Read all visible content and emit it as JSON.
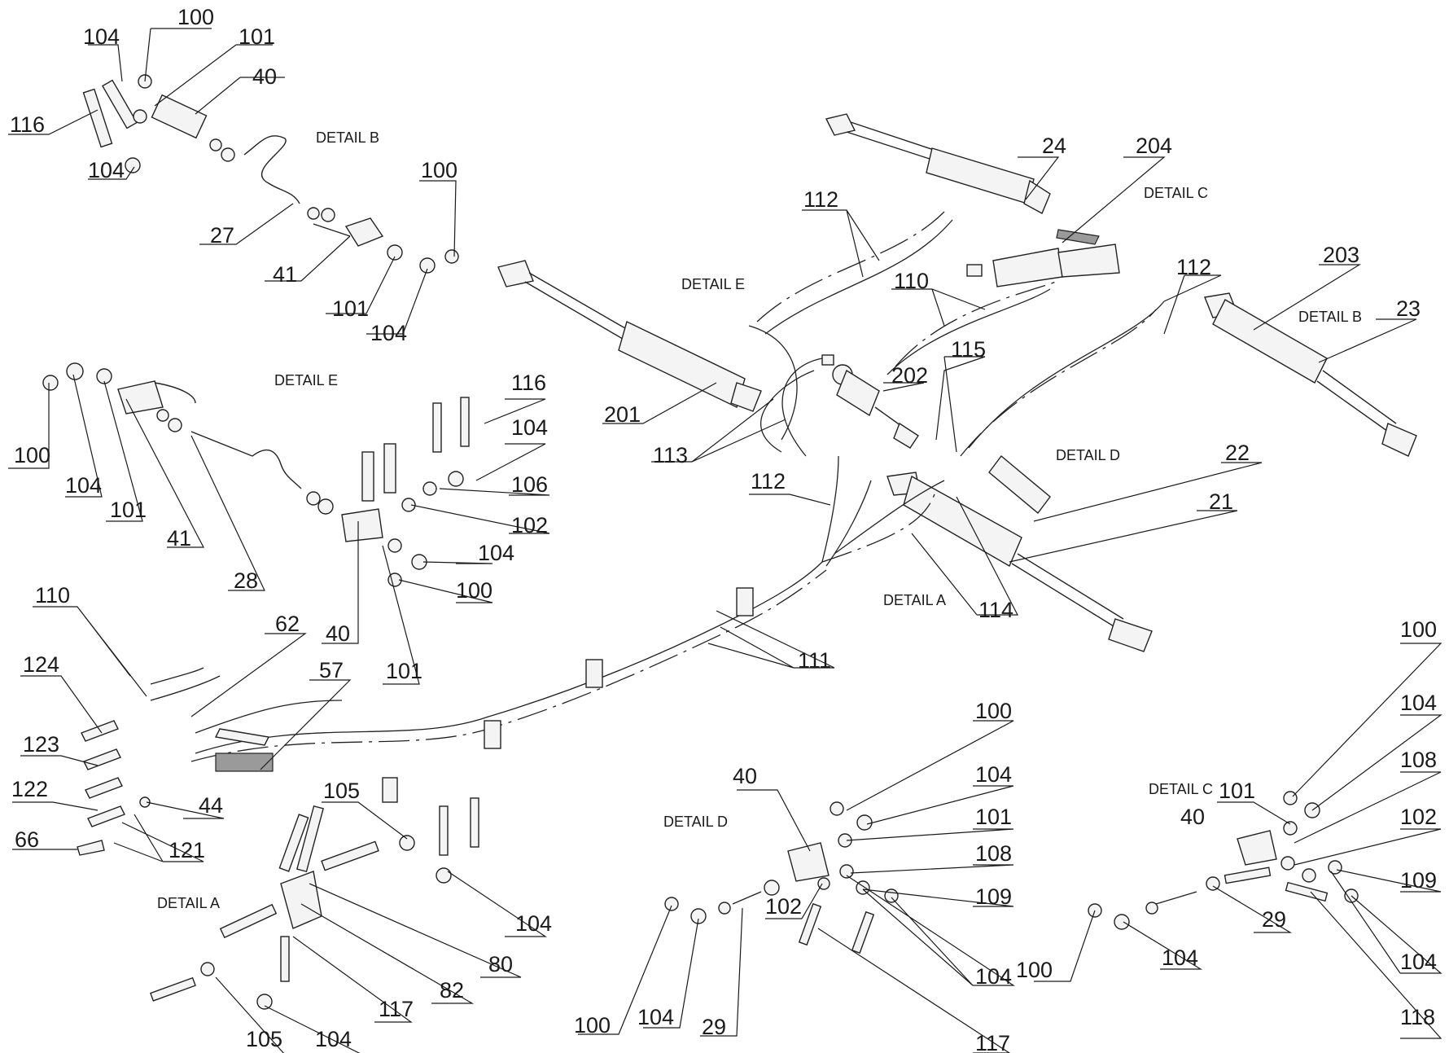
{
  "callouts": [
    {
      "id": "c-104-a",
      "label": "104"
    },
    {
      "id": "c-100-a",
      "label": "100"
    },
    {
      "id": "c-101-a",
      "label": "101"
    },
    {
      "id": "c-40-a",
      "label": "40"
    },
    {
      "id": "c-116-a",
      "label": "116"
    },
    {
      "id": "c-104-b",
      "label": "104"
    },
    {
      "id": "c-27",
      "label": "27"
    },
    {
      "id": "c-41-a",
      "label": "41"
    },
    {
      "id": "c-100-b",
      "label": "100"
    },
    {
      "id": "c-101-b",
      "label": "101"
    },
    {
      "id": "c-104-c",
      "label": "104"
    },
    {
      "id": "c-24",
      "label": "24"
    },
    {
      "id": "c-204",
      "label": "204"
    },
    {
      "id": "c-112-a",
      "label": "112"
    },
    {
      "id": "c-110-a",
      "label": "110"
    },
    {
      "id": "c-112-b",
      "label": "112"
    },
    {
      "id": "c-203",
      "label": "203"
    },
    {
      "id": "c-23",
      "label": "23"
    },
    {
      "id": "c-201",
      "label": "201"
    },
    {
      "id": "c-113",
      "label": "113"
    },
    {
      "id": "c-202",
      "label": "202"
    },
    {
      "id": "c-115",
      "label": "115"
    },
    {
      "id": "c-22",
      "label": "22"
    },
    {
      "id": "c-21",
      "label": "21"
    },
    {
      "id": "c-112-c",
      "label": "112"
    },
    {
      "id": "c-114",
      "label": "114"
    },
    {
      "id": "c-111",
      "label": "111"
    },
    {
      "id": "c-100-c",
      "label": "100"
    },
    {
      "id": "c-104-d",
      "label": "104"
    },
    {
      "id": "c-101-c",
      "label": "101"
    },
    {
      "id": "c-41-b",
      "label": "41"
    },
    {
      "id": "c-28",
      "label": "28"
    },
    {
      "id": "c-116-b",
      "label": "116"
    },
    {
      "id": "c-104-e",
      "label": "104"
    },
    {
      "id": "c-106",
      "label": "106"
    },
    {
      "id": "c-102-a",
      "label": "102"
    },
    {
      "id": "c-104-f",
      "label": "104"
    },
    {
      "id": "c-100-d",
      "label": "100"
    },
    {
      "id": "c-40-b",
      "label": "40"
    },
    {
      "id": "c-101-d",
      "label": "101"
    },
    {
      "id": "c-110-b",
      "label": "110"
    },
    {
      "id": "c-62",
      "label": "62"
    },
    {
      "id": "c-57",
      "label": "57"
    },
    {
      "id": "c-124",
      "label": "124"
    },
    {
      "id": "c-123",
      "label": "123"
    },
    {
      "id": "c-122",
      "label": "122"
    },
    {
      "id": "c-44",
      "label": "44"
    },
    {
      "id": "c-66",
      "label": "66"
    },
    {
      "id": "c-121",
      "label": "121"
    },
    {
      "id": "c-105-a",
      "label": "105"
    },
    {
      "id": "c-104-g",
      "label": "104"
    },
    {
      "id": "c-80",
      "label": "80"
    },
    {
      "id": "c-82",
      "label": "82"
    },
    {
      "id": "c-117-a",
      "label": "117"
    },
    {
      "id": "c-105-b",
      "label": "105"
    },
    {
      "id": "c-104-h",
      "label": "104"
    },
    {
      "id": "c-100-e",
      "label": "100"
    },
    {
      "id": "c-40-c",
      "label": "40"
    },
    {
      "id": "c-104-i",
      "label": "104"
    },
    {
      "id": "c-101-e",
      "label": "101"
    },
    {
      "id": "c-108-a",
      "label": "108"
    },
    {
      "id": "c-102-b",
      "label": "102"
    },
    {
      "id": "c-109-a",
      "label": "109"
    },
    {
      "id": "c-104-j",
      "label": "104"
    },
    {
      "id": "c-117-b",
      "label": "117"
    },
    {
      "id": "c-100-f",
      "label": "100"
    },
    {
      "id": "c-104-k",
      "label": "104"
    },
    {
      "id": "c-29-a",
      "label": "29"
    },
    {
      "id": "c-100-g",
      "label": "100"
    },
    {
      "id": "c-104-l",
      "label": "104"
    },
    {
      "id": "c-108-b",
      "label": "108"
    },
    {
      "id": "c-101-f",
      "label": "101"
    },
    {
      "id": "c-40-d",
      "label": "40"
    },
    {
      "id": "c-102-c",
      "label": "102"
    },
    {
      "id": "c-109-b",
      "label": "109"
    },
    {
      "id": "c-29-b",
      "label": "29"
    },
    {
      "id": "c-104-m",
      "label": "104"
    },
    {
      "id": "c-100-h",
      "label": "100"
    },
    {
      "id": "c-104-n",
      "label": "104"
    },
    {
      "id": "c-118",
      "label": "118"
    }
  ],
  "detail_labels": [
    {
      "id": "d-b-top",
      "label": "DETAIL B"
    },
    {
      "id": "d-c-top",
      "label": "DETAIL C"
    },
    {
      "id": "d-e-mid",
      "label": "DETAIL E"
    },
    {
      "id": "d-b-right",
      "label": "DETAIL B"
    },
    {
      "id": "d-e-left",
      "label": "DETAIL E"
    },
    {
      "id": "d-d-mid",
      "label": "DETAIL D"
    },
    {
      "id": "d-a-mid",
      "label": "DETAIL A"
    },
    {
      "id": "d-c-bottom",
      "label": "DETAIL C"
    },
    {
      "id": "d-d-bottom",
      "label": "DETAIL D"
    },
    {
      "id": "d-a-bottom",
      "label": "DETAIL A"
    }
  ]
}
